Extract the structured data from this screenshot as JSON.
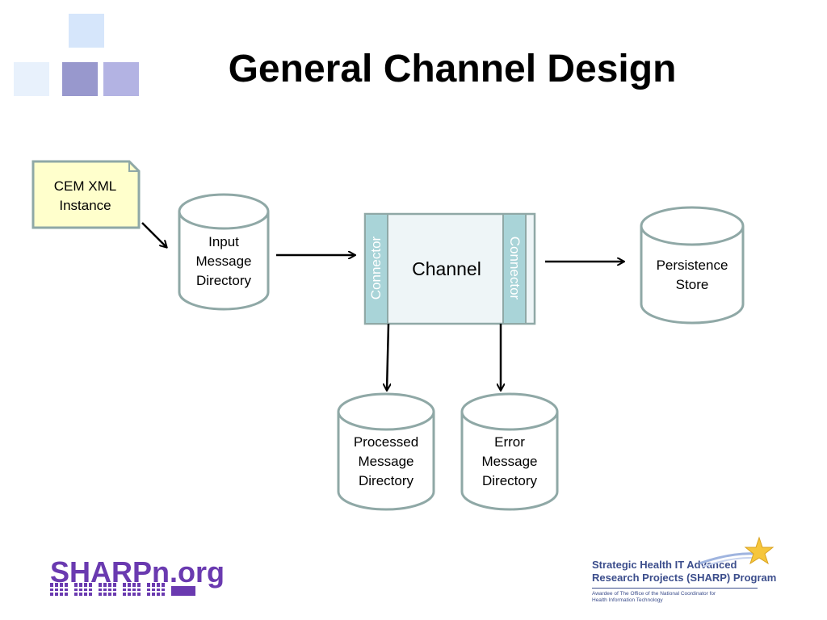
{
  "title": "General Channel Design",
  "colors": {
    "note_fill": "#ffffcc",
    "cylinder_stroke": "#8fa8a6",
    "connector_fill": "#a9d4d8",
    "channel_fill": "#eef5f7",
    "arrow": "#000000",
    "deco_light": "#d6e6fb",
    "deco_lighter": "#e8f1fc",
    "deco_mid": "#9898cd",
    "deco_lav": "#b3b3e3"
  },
  "diagram": {
    "note": {
      "lines": [
        "CEM XML",
        "Instance"
      ]
    },
    "input_dir": {
      "lines": [
        "Input",
        "Message",
        "Directory"
      ]
    },
    "channel": {
      "label": "Channel",
      "connector_left": "Connector",
      "connector_right": "Connector"
    },
    "persistence": {
      "lines": [
        "Persistence",
        "Store"
      ]
    },
    "processed_dir": {
      "lines": [
        "Processed",
        "Message",
        "Directory"
      ]
    },
    "error_dir": {
      "lines": [
        "Error",
        "Message",
        "Directory"
      ]
    }
  },
  "footer": {
    "sharpn_logo": "SHARPn.org",
    "program_line1": "Strategic Health IT Advanced",
    "program_line2": "Research Projects (SHARP) Program",
    "program_small1": "Awardee of The Office of the National Coordinator for",
    "program_small2": "Health Information Technology",
    "star_icon": "star-icon"
  }
}
